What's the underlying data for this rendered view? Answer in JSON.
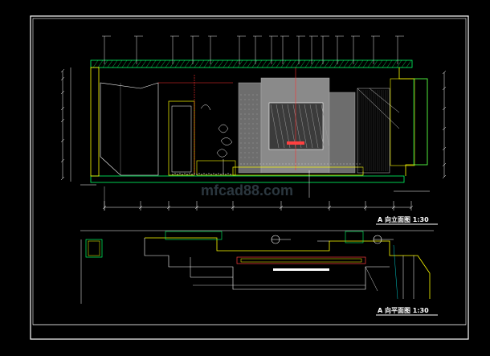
{
  "drawing": {
    "elevation_title": "A 向立面图 1:30",
    "plan_title": "A 向平面图 1:30",
    "watermark": "mfcad88.com",
    "colors": {
      "background": "#000000",
      "frame": "#ffffff",
      "wall_outline": "#ffff00",
      "hatch": "#00ff66",
      "dimension": "#ff4040",
      "annotation": "#ffffff",
      "leader": "#ff3030",
      "panel_fill": "#7a7a7a",
      "panel_dark": "#555555",
      "cyan_detail": "#00ffff"
    }
  }
}
